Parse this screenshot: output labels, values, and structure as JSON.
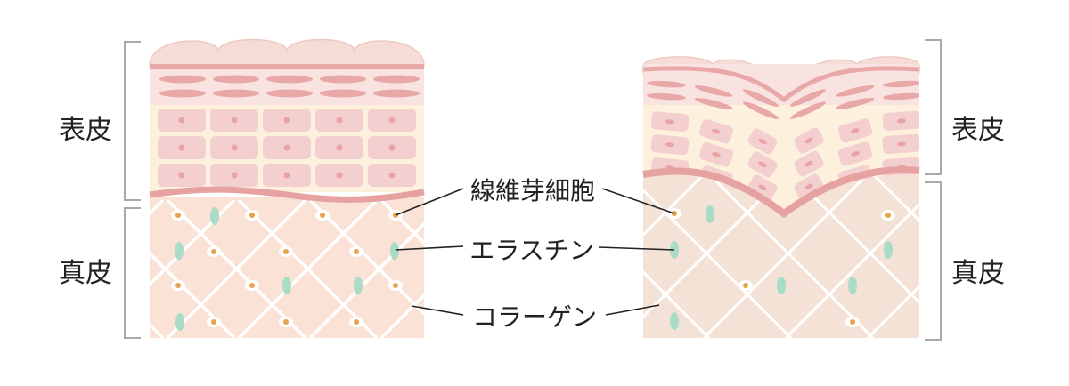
{
  "labels": {
    "epidermis": "表皮",
    "dermis": "真皮",
    "fibroblast": "線維芽細胞",
    "elastin": "エラスチン",
    "collagen": "コラーゲン"
  },
  "colors": {
    "bracket": "#a9a9a9",
    "stratum_bump": "#f5dcd6",
    "stratum_bump_edge": "#efc9c0",
    "granular_bg": "#f9e3e0",
    "band": "#e8a8a8",
    "cell_row_bg": "#fdf0dc",
    "cell": "#f3cfcf",
    "cell_nucleus": "#e9a3a3",
    "basement": "#e6a1a1",
    "dermis_left": "#fae3d6",
    "dermis_right": "#f4e2d6",
    "collagen": "#ffffff",
    "elastin": "#a8dcc6",
    "fibroblast_body": "#ffffff",
    "fibroblast_nucleus": "#e8a24a",
    "leader_line": "#222222"
  }
}
